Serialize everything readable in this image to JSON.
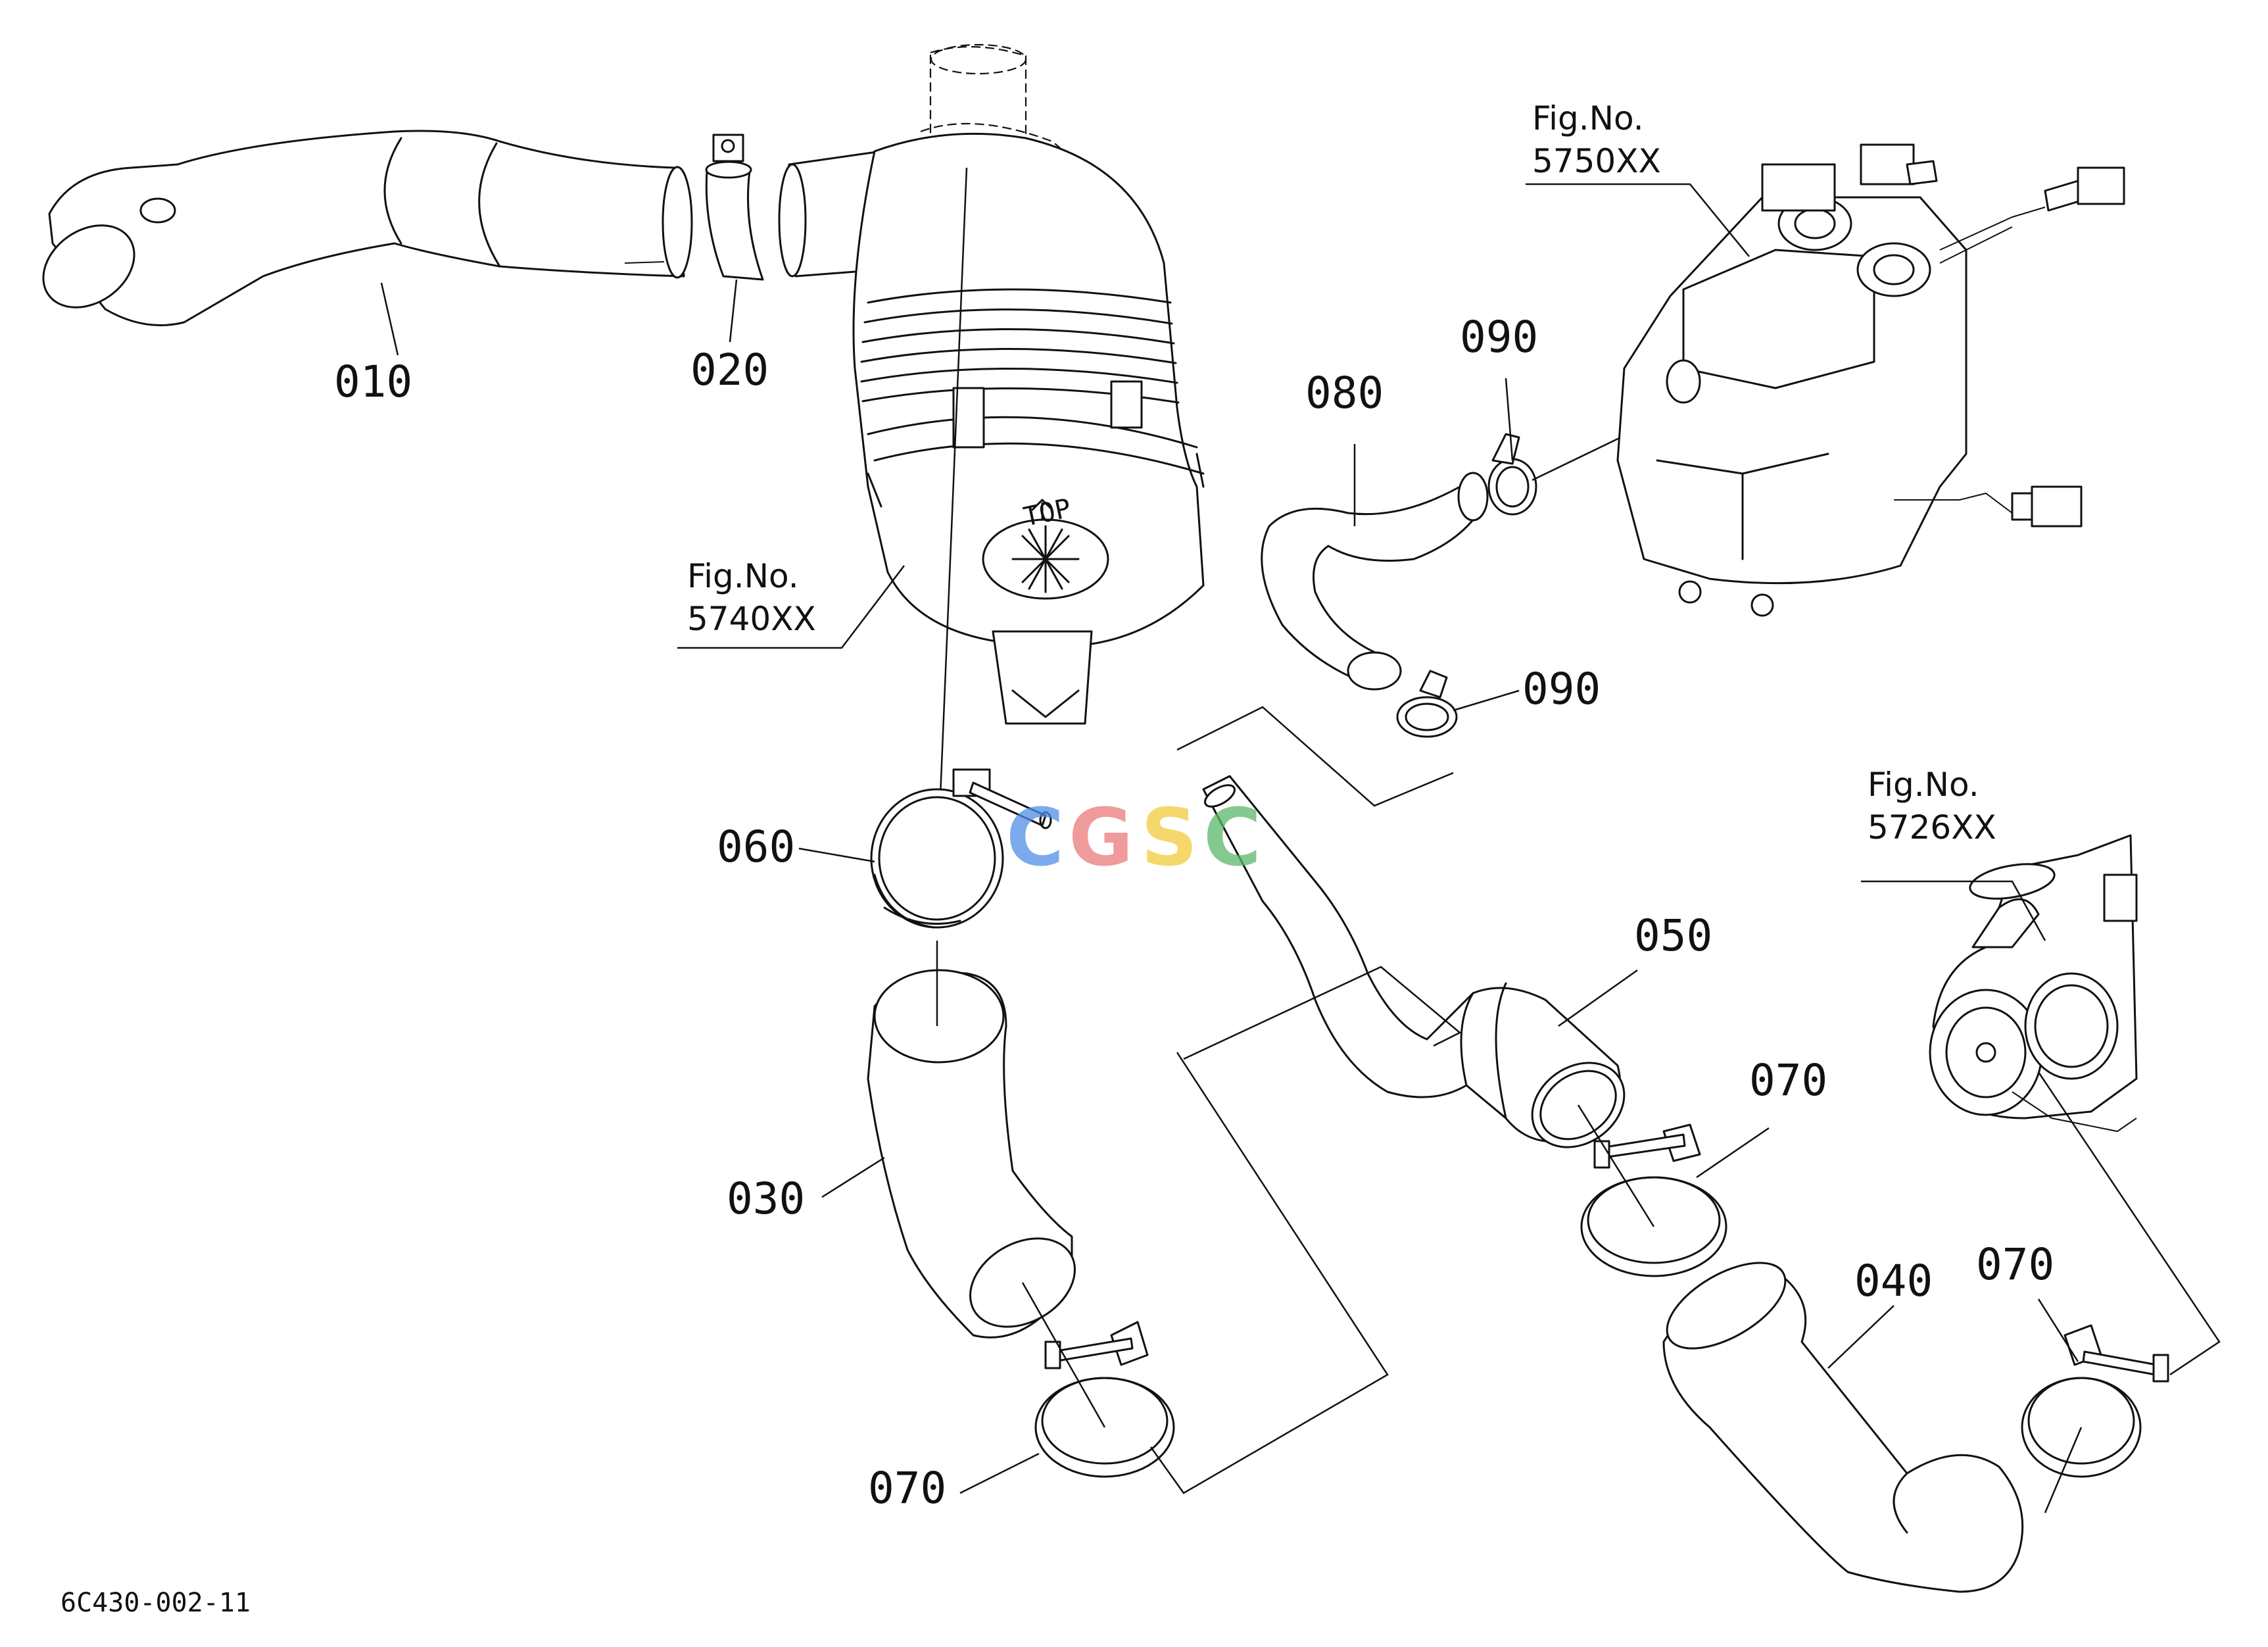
{
  "parts": {
    "p010": "010",
    "p020": "020",
    "p030": "030",
    "p040": "040",
    "p050": "050",
    "p060": "060",
    "p070a": "070",
    "p070b": "070",
    "p070c": "070",
    "p080": "080",
    "p090a": "090",
    "p090b": "090"
  },
  "figure_refs": {
    "air_cleaner": {
      "label": "Fig.No.",
      "number": "5740XX"
    },
    "intake_throttle": {
      "label": "Fig.No.",
      "number": "5750XX"
    },
    "turbo": {
      "label": "Fig.No.",
      "number": "5726XX"
    }
  },
  "air_cleaner_mark": "TOP",
  "watermark": {
    "letters": [
      "C",
      "G",
      "S",
      "C"
    ],
    "colors": [
      "#4f8fe6",
      "#ea7a7a",
      "#f2cc3a",
      "#5bb86a"
    ]
  },
  "drawing_code": "6C430-002-11"
}
